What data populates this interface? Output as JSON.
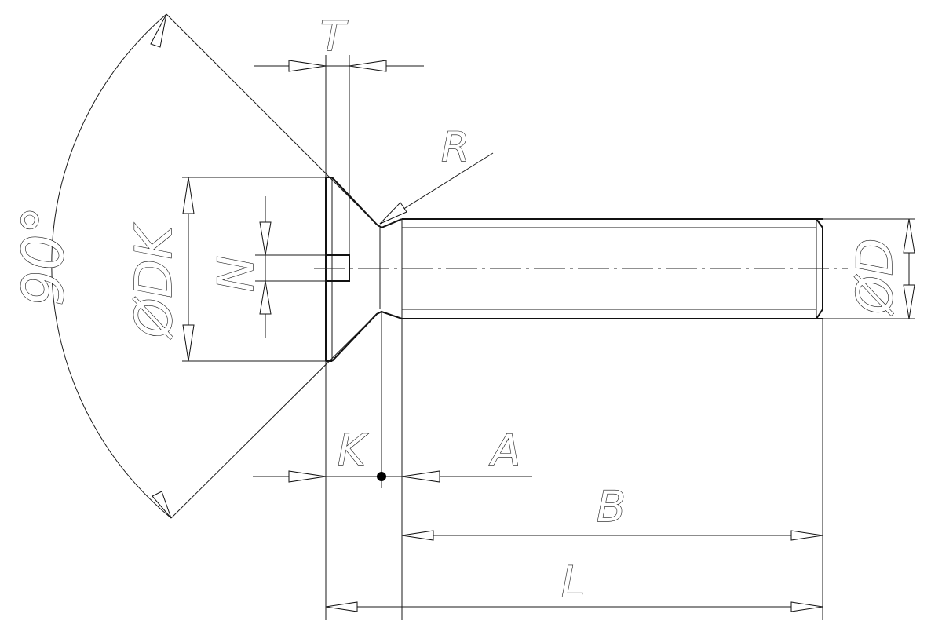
{
  "labels": {
    "angle": "90°",
    "head_diameter": "ØDK",
    "slot_width": "N",
    "slot_depth": "T",
    "radius": "R",
    "shaft_diameter": "ØD",
    "head_height": "K",
    "transition": "A",
    "thread_length": "B",
    "nominal_length": "L"
  }
}
